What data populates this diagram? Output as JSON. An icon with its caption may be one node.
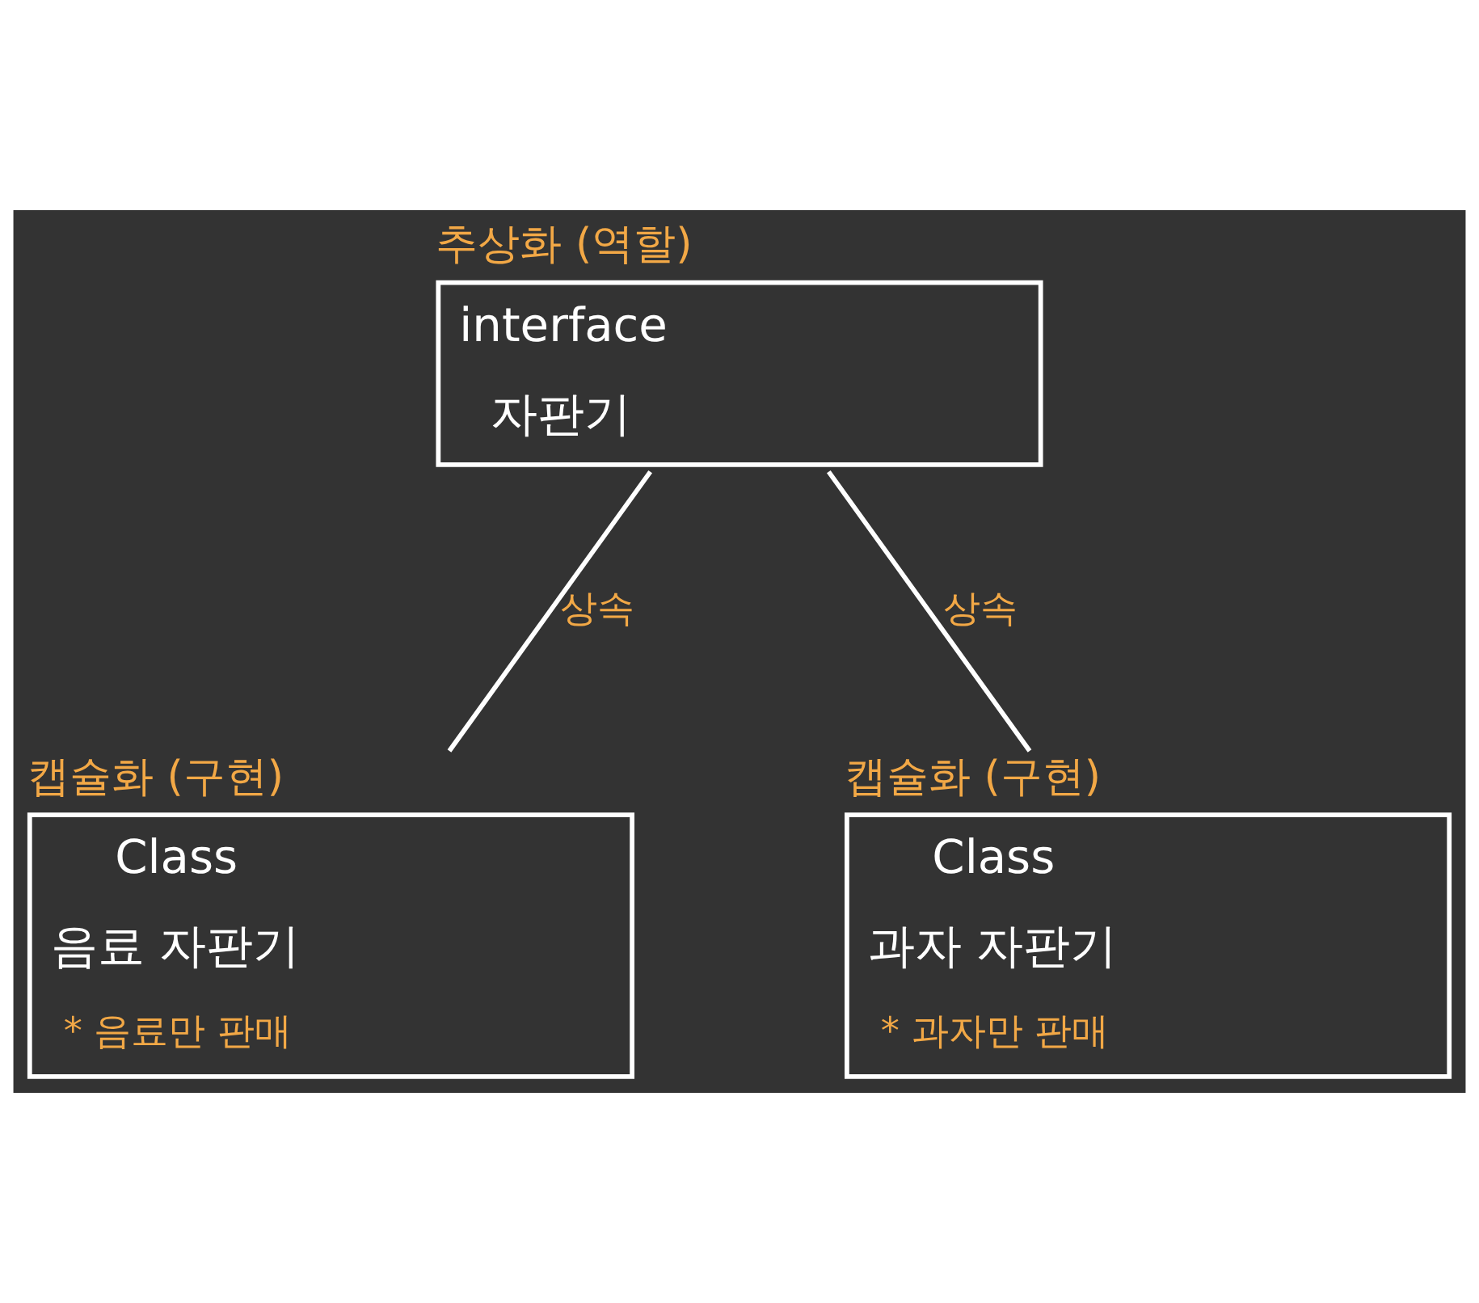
{
  "diagram": {
    "nodes": [
      {
        "text": [
          "interface",
          "자판기"
        ],
        "beside": [
          "추상화 (역할)"
        ]
      },
      {
        "text": [
          "Class",
          "음료 자판기",
          "* 음료만 판매"
        ],
        "beside": [
          "캡슐화 (구현)"
        ]
      },
      {
        "text": [
          "Class",
          "과자 자판기",
          "* 과자만 판매"
        ],
        "beside": [
          "캡슐화 (구현)"
        ]
      }
    ],
    "edges": [
      {
        "from": 0,
        "to": 1,
        "arrow": "none",
        "label": "상속"
      },
      {
        "from": 0,
        "to": 2,
        "arrow": "none",
        "label": "상속"
      }
    ]
  }
}
